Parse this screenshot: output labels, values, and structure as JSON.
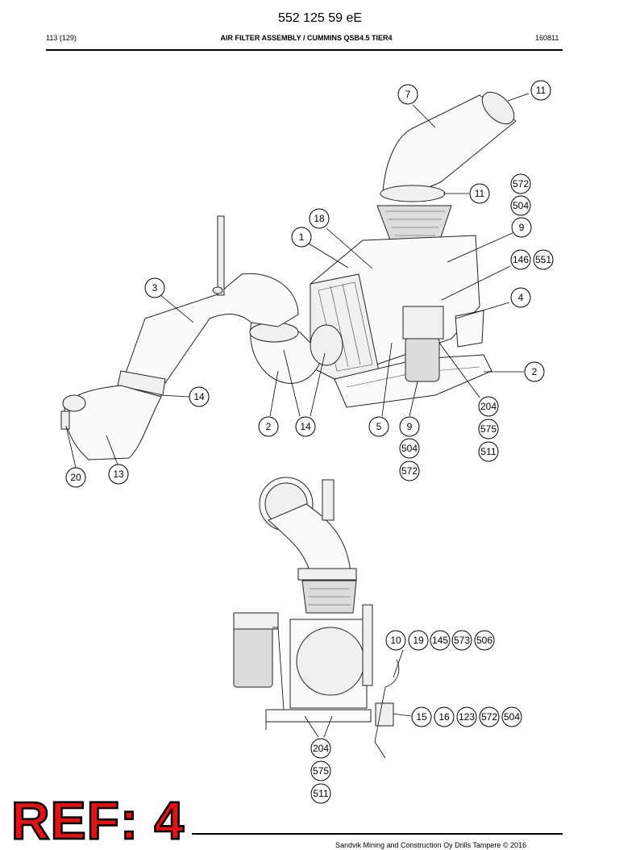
{
  "header": {
    "doc_number": "552 125 59 eE",
    "page": "113 (129)",
    "section": "AIR FILTER ASSEMBLY / CUMMINS QSB4.5 TIER4",
    "date": "160811"
  },
  "callouts": {
    "c7": "7",
    "c11a": "11",
    "c11b": "11",
    "c572a": "572",
    "c504a": "504",
    "c18": "18",
    "c9a": "9",
    "c1": "1",
    "c146": "146",
    "c551": "551",
    "c3": "3",
    "c4": "4",
    "c2a": "2",
    "c14a": "14",
    "c204a": "204",
    "c2b": "2",
    "c14b": "14",
    "c5": "5",
    "c9b": "9",
    "c575a": "575",
    "c504b": "504",
    "c511a": "511",
    "c572b": "572",
    "c20": "20",
    "c13": "13",
    "c10": "10",
    "c19": "19",
    "c145": "145",
    "c573": "573",
    "c506": "506",
    "c15": "15",
    "c16": "16",
    "c123": "123",
    "c572c": "572",
    "c504c": "504",
    "c204b": "204",
    "c575b": "575",
    "c511b": "511"
  },
  "footer": {
    "ref_label": "REF: 4",
    "copyright": "Sandvik Mining and Construction Oy Drills Tampere © 2016"
  }
}
